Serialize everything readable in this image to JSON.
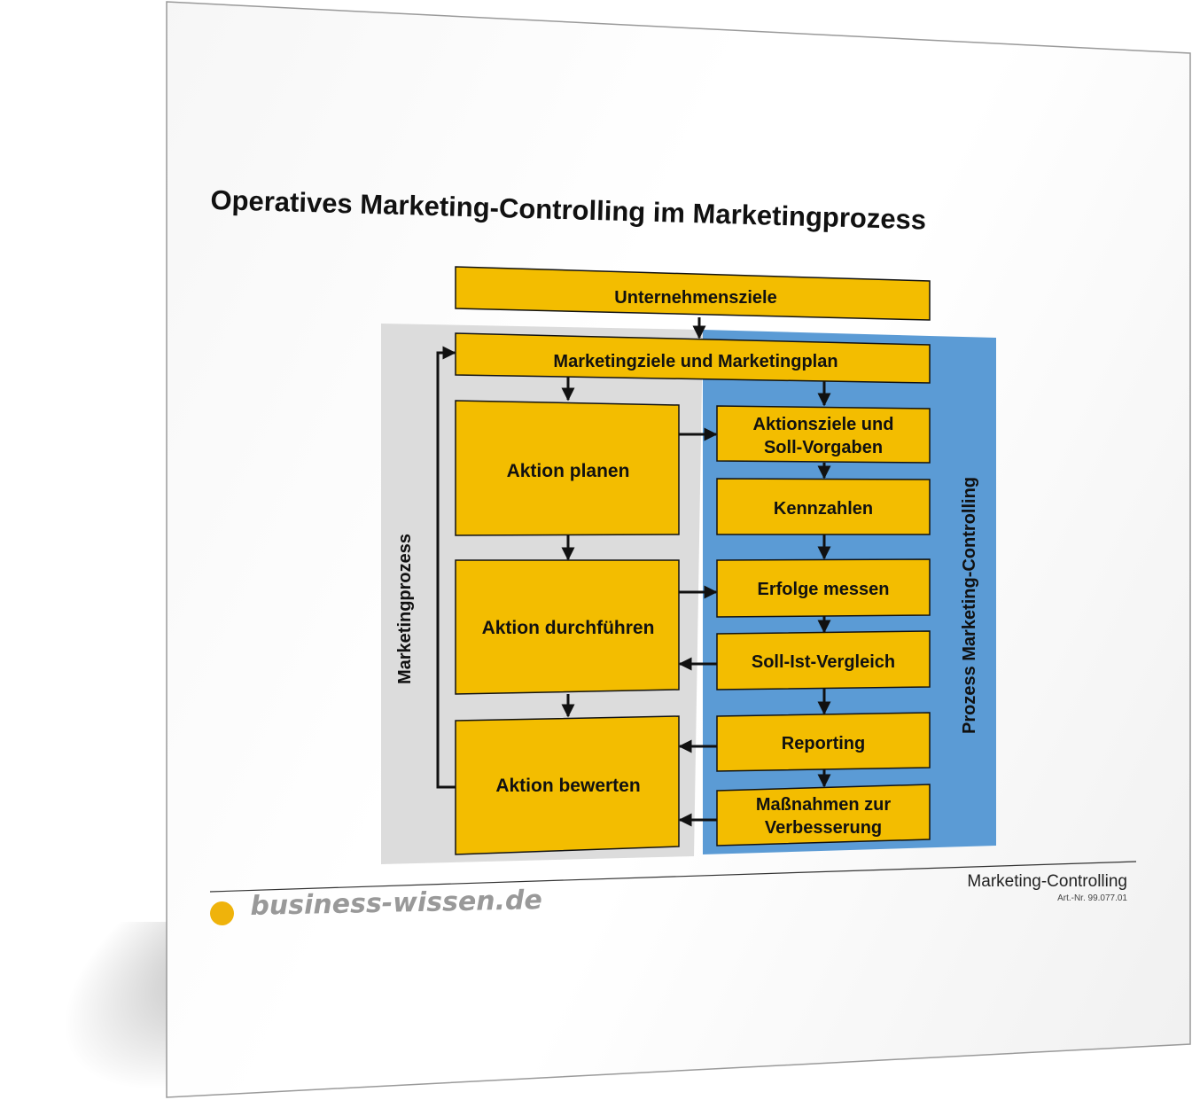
{
  "title": "Operatives Marketing-Controlling im Marketingprozess",
  "colors": {
    "box_fill": "#f3bd00",
    "left_panel": "#dcdcdc",
    "right_panel": "#5b9bd5",
    "logo_accent": "#efb30b"
  },
  "top_boxes": {
    "unternehmensziele": "Unternehmensziele",
    "marketingziele": "Marketingziele und Marketingplan"
  },
  "left_column": {
    "label": "Marketingprozess",
    "steps": [
      "Aktion planen",
      "Aktion durchführen",
      "Aktion bewerten"
    ]
  },
  "right_column": {
    "label": "Prozess Marketing-Controlling",
    "steps": [
      [
        "Aktionsziele und",
        "Soll-Vorgaben"
      ],
      [
        "Kennzahlen"
      ],
      [
        "Erfolge messen"
      ],
      [
        "Soll-Ist-Vergleich"
      ],
      [
        "Reporting"
      ],
      [
        "Maßnahmen zur",
        "Verbesserung"
      ]
    ]
  },
  "footer": {
    "logo_text": "business-wissen.de",
    "product": "Marketing-Controlling",
    "article_no": "Art.-Nr. 99.077.01"
  }
}
